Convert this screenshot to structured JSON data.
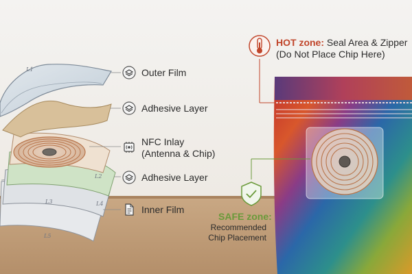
{
  "layers": {
    "outer_film": "Outer Film",
    "adhesive_1": "Adhesive Layer",
    "nfc_line1": "NFC Inlay",
    "nfc_line2": "(Antenna & Chip)",
    "adhesive_2": "Adhesive Layer",
    "inner_film": "Inner Film",
    "tags": [
      "L1",
      "L2",
      "L3",
      "L4",
      "L5"
    ]
  },
  "hot_zone": {
    "title": "HOT zone:",
    "text": " Seal Area & Zipper",
    "sub": "(Do Not Place Chip Here)"
  },
  "safe_zone": {
    "title": "SAFE zone:",
    "line1": "Recommended",
    "line2": "Chip Placement"
  },
  "icons": [
    "layers-icon",
    "layers-icon",
    "nfc-chip-icon",
    "layers-icon",
    "document-icon",
    "thermometer-icon",
    "shield-check-icon"
  ],
  "colors": {
    "hot_accent": "#c0452a",
    "safe_accent": "#6a9a3a",
    "copper": "#b8744a",
    "green_layer": "#cfe3c6",
    "tan_layer": "#d8c09a"
  }
}
